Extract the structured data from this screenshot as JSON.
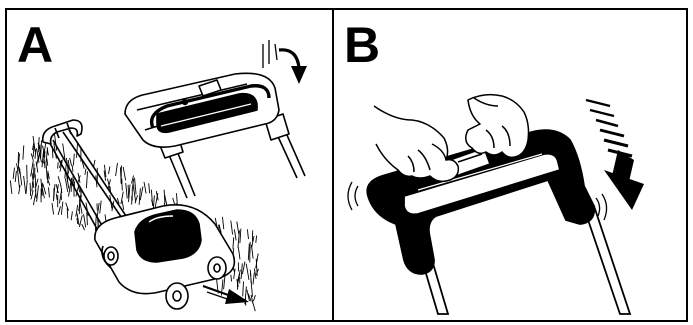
{
  "panels": [
    {
      "label": "A",
      "illustration": "lawnmower-cutting-grass-with-handle-folding",
      "arrow_direction": "forward-right"
    },
    {
      "label": "B",
      "illustration": "hands-pressing-handle-downward",
      "arrow_direction": "down"
    }
  ],
  "icons": {
    "rotate": "curved-arrow-icon",
    "push": "direction-arrow-icon"
  },
  "colors": {
    "ink": "#000000",
    "paper": "#ffffff"
  }
}
